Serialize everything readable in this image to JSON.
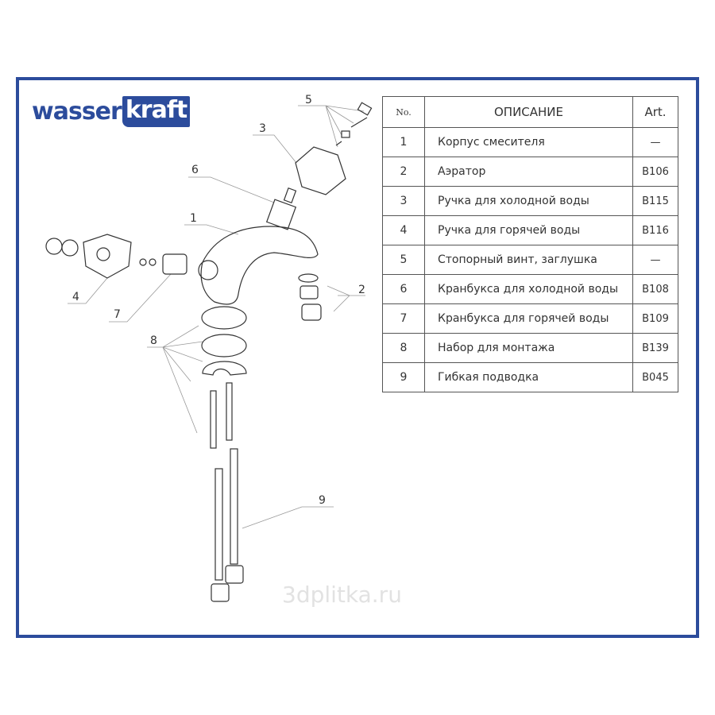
{
  "logo": {
    "part1": "wasser",
    "part2": "kraft"
  },
  "colors": {
    "brand": "#2c4c9c",
    "line": "#555555"
  },
  "table": {
    "headers": {
      "no": "No.",
      "description": "ОПИСАНИЕ",
      "art": "Art."
    },
    "rows": [
      {
        "no": "1",
        "description": "Корпус смесителя",
        "art": "—"
      },
      {
        "no": "2",
        "description": "Аэратор",
        "art": "B106"
      },
      {
        "no": "3",
        "description": "Ручка для холодной воды",
        "art": "B115"
      },
      {
        "no": "4",
        "description": "Ручка для горячей воды",
        "art": "B116"
      },
      {
        "no": "5",
        "description": "Стопорный винт, заглушка",
        "art": "—"
      },
      {
        "no": "6",
        "description": "Кранбукса для холодной воды",
        "art": "B108"
      },
      {
        "no": "7",
        "description": "Кранбукса для горячей воды",
        "art": "B109"
      },
      {
        "no": "8",
        "description": "Набор для монтажа",
        "art": "B139"
      },
      {
        "no": "9",
        "description": "Гибкая подводка",
        "art": "B045"
      }
    ]
  },
  "callouts": [
    "1",
    "2",
    "3",
    "4",
    "5",
    "6",
    "7",
    "8",
    "9"
  ],
  "watermark": "3dplitka.ru"
}
